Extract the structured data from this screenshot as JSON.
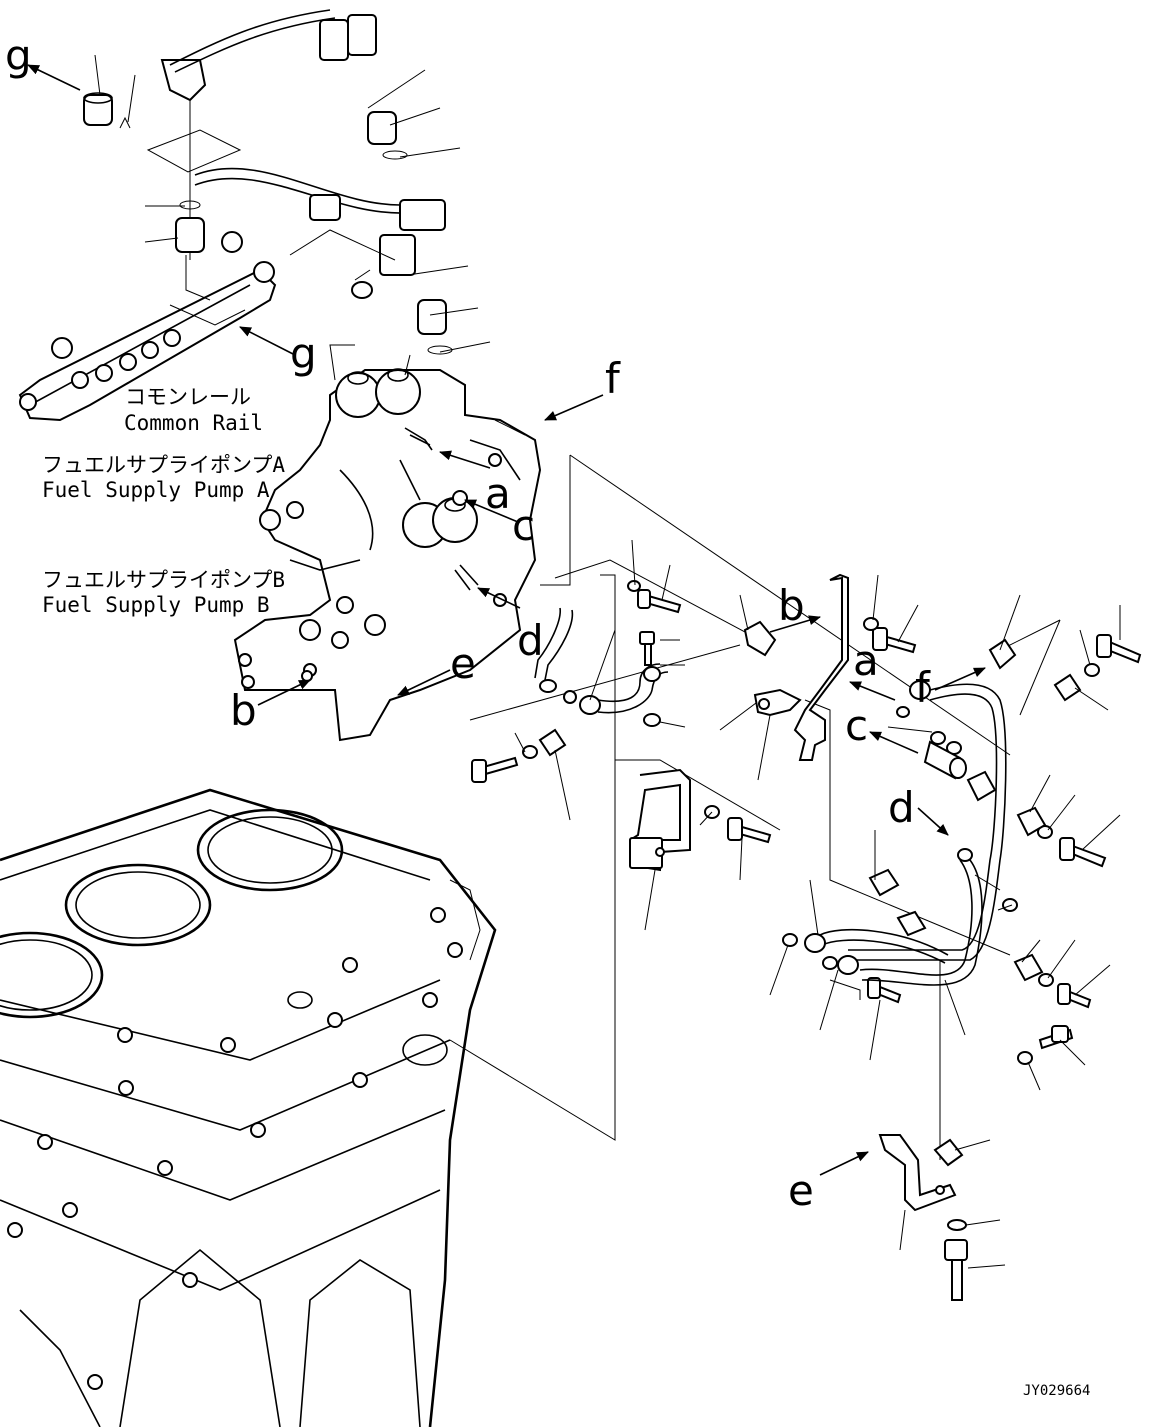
{
  "captions": {
    "common_rail_jp": "コモンレール",
    "common_rail_en": "Common Rail",
    "pump_a_jp": "フュエルサプライポンプA",
    "pump_a_en": "Fuel Supply Pump A",
    "pump_b_jp": "フュエルサプライポンプB",
    "pump_b_en": "Fuel Supply Pump B"
  },
  "callouts": {
    "a1": "a",
    "a2": "a",
    "b1": "b",
    "b2": "b",
    "c1": "c",
    "c2": "c",
    "d1": "d",
    "d2": "d",
    "e1": "e",
    "e2": "e",
    "f1": "f",
    "f2": "f",
    "g1": "g",
    "g2": "g"
  },
  "drawing_code": "JY029664"
}
